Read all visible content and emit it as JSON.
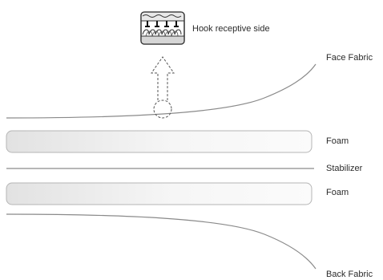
{
  "labels": {
    "hook_side": "Hook receptive side",
    "face_fabric": "Face Fabric",
    "foam_top": "Foam",
    "stabilizer": "Stabilizer",
    "foam_bottom": "Foam",
    "back_fabric": "Back Fabric"
  },
  "colors": {
    "line": "#8a8a8a",
    "foam_border": "#b5b5b5",
    "foam_fill_light": "#fafafa",
    "foam_fill_dark": "#e3e3e3",
    "text": "#2b2b2b"
  },
  "icons": {
    "hook_detail": "hook-loop-detail-icon",
    "arrow": "dashed-up-arrow-icon"
  }
}
